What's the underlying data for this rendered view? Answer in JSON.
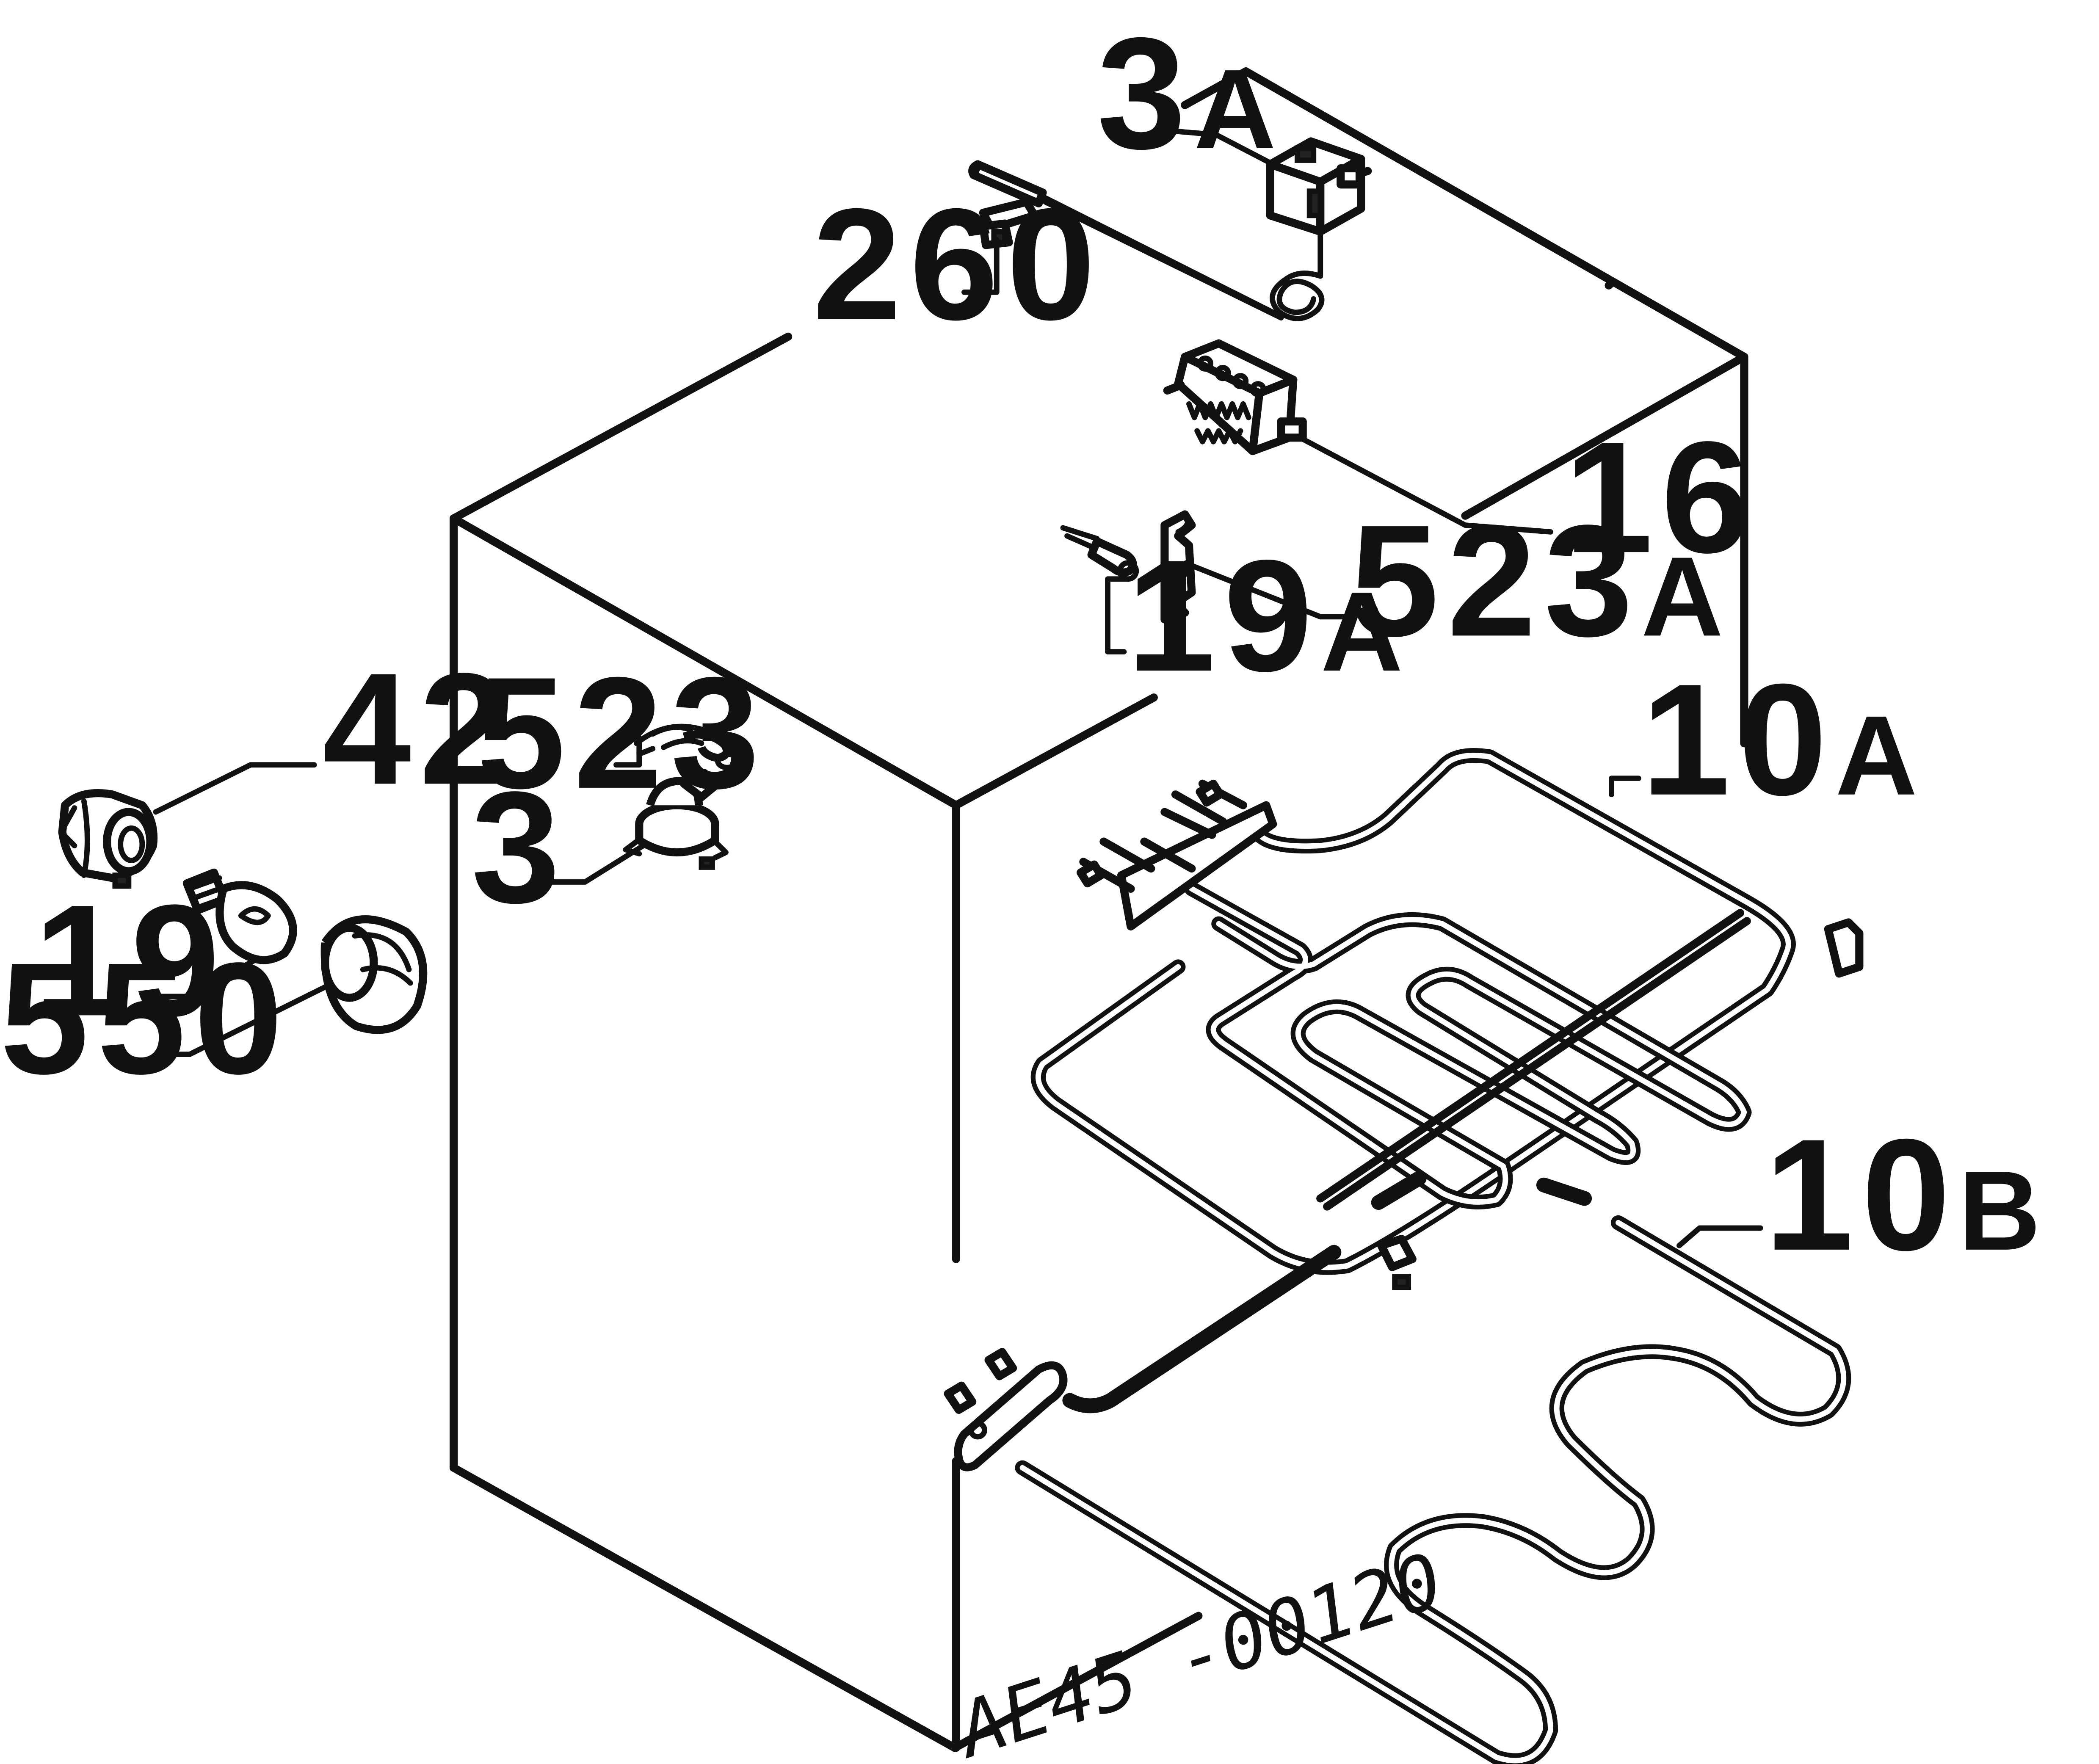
{
  "labels": {
    "thermostat": {
      "code": "3",
      "suffix": "A"
    },
    "probe_clip": {
      "code": "260",
      "suffix": ""
    },
    "selector_switch": {
      "code": "16",
      "suffix": ""
    },
    "bracket_a": {
      "code": "523",
      "suffix": "A"
    },
    "indicator_lamp": {
      "code": "19",
      "suffix": "A"
    },
    "upper_element": {
      "code": "10",
      "suffix": "A"
    },
    "lower_element": {
      "code": "10",
      "suffix": "B"
    },
    "lamp_holder": {
      "code": "42",
      "suffix": ""
    },
    "bracket": {
      "code": "523",
      "suffix": ""
    },
    "safety_thermostat": {
      "code": "3",
      "suffix": ""
    },
    "oven_lamp": {
      "code": "19",
      "suffix": ""
    },
    "lamp_cover": {
      "code": "550",
      "suffix": ""
    }
  },
  "drawing_id": "AE45 -00120"
}
